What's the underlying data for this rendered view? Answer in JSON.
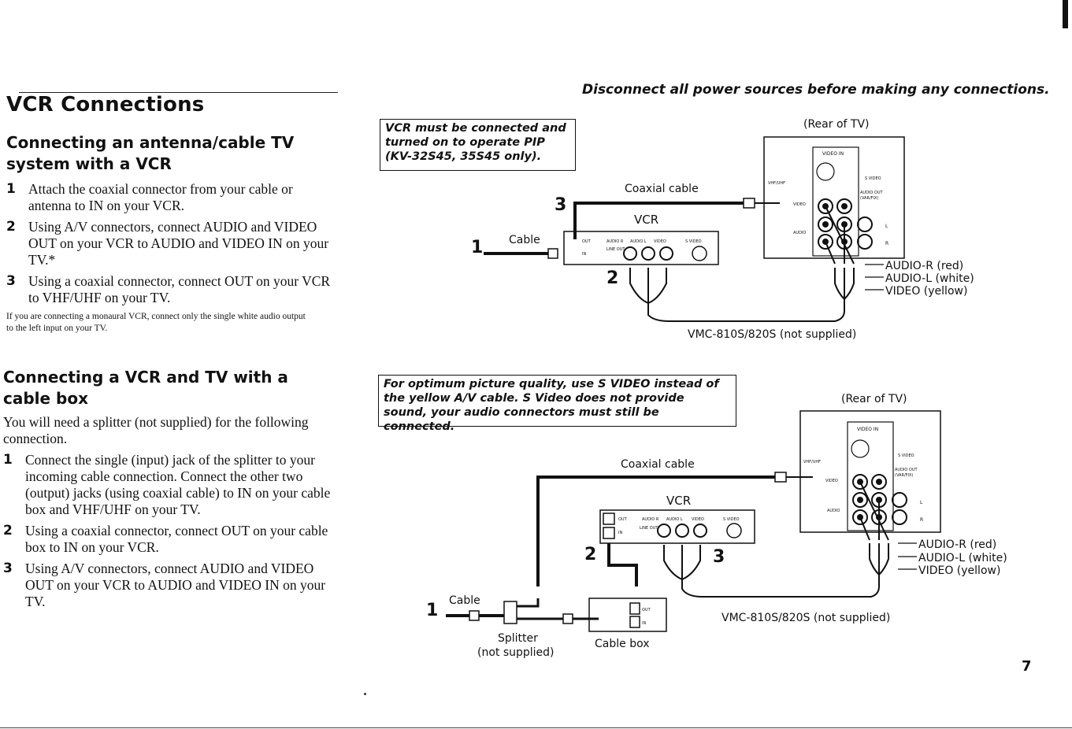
{
  "section_title": "VCR Connections",
  "warning": "Disconnect all power sources before making any connections.",
  "page_number": "7",
  "section1": {
    "heading_line1": "Connecting an antenna/cable TV",
    "heading_line2": "system with a VCR",
    "steps": [
      {
        "num": "1",
        "text": "Attach the coaxial connector from your cable or antenna to IN on your VCR."
      },
      {
        "num": "2",
        "text": "Using A/V connectors, connect AUDIO and VIDEO OUT on your VCR to AUDIO and VIDEO IN on your TV.*"
      },
      {
        "num": "3",
        "text": "Using a coaxial connector, connect OUT on your VCR to VHF/UHF on your TV."
      }
    ],
    "footnote": "If you are connecting a monaural VCR, connect only the single white audio output to the left input on your TV.",
    "box_note": "VCR must be connected and turned on to operate PIP (KV-32S45, 35S45 only).",
    "diagram": {
      "rear_of_tv": "(Rear of TV)",
      "coaxial_cable": "Coaxial cable",
      "vcr": "VCR",
      "cable": "Cable",
      "step_labels": [
        "1",
        "2",
        "3"
      ],
      "callouts": [
        "AUDIO-R (red)",
        "AUDIO-L (white)",
        "VIDEO (yellow)"
      ],
      "cable_model": "VMC-810S/820S (not supplied)"
    }
  },
  "section2": {
    "heading_line1": "Connecting a VCR and TV with a",
    "heading_line2": "cable box",
    "intro": "You will need a splitter (not supplied) for the following connection.",
    "steps": [
      {
        "num": "1",
        "text": "Connect the single (input) jack of the splitter to your incoming cable connection. Connect the other two (output) jacks (using coaxial cable) to IN on your cable box and VHF/UHF on your TV."
      },
      {
        "num": "2",
        "text": "Using a coaxial connector, connect OUT on your cable box to IN on your VCR."
      },
      {
        "num": "3",
        "text": "Using A/V connectors, connect AUDIO and VIDEO OUT on your VCR to AUDIO and VIDEO IN on your TV."
      }
    ],
    "box_note": "For optimum picture quality, use S VIDEO instead of the yellow A/V cable. S Video does not provide sound, your audio connectors must still be connected.",
    "diagram": {
      "rear_of_tv": "(Rear of TV)",
      "coaxial_cable": "Coaxial cable",
      "vcr": "VCR",
      "cable": "Cable",
      "splitter": "Splitter",
      "not_supplied": "(not supplied)",
      "cable_box": "Cable box",
      "step_labels": [
        "1",
        "2",
        "3"
      ],
      "callouts": [
        "AUDIO-R (red)",
        "AUDIO-L (white)",
        "VIDEO (yellow)"
      ],
      "cable_model": "VMC-810S/820S (not supplied)"
    }
  },
  "panel_labels": {
    "out": "OUT",
    "in": "IN",
    "line_out": "LINE OUT",
    "audio_r": "AUDIO R",
    "audio_l": "AUDIO L",
    "video": "VIDEO",
    "s_video": "S VIDEO",
    "video_in": "VIDEO IN",
    "vhf_uhf": "VHF/UHF",
    "s_video_in": "S VIDEO",
    "audio_out": "AUDIO OUT",
    "var_fix": "(VAR/FIX)",
    "audio": "AUDIO",
    "l": "L",
    "r": "R"
  }
}
